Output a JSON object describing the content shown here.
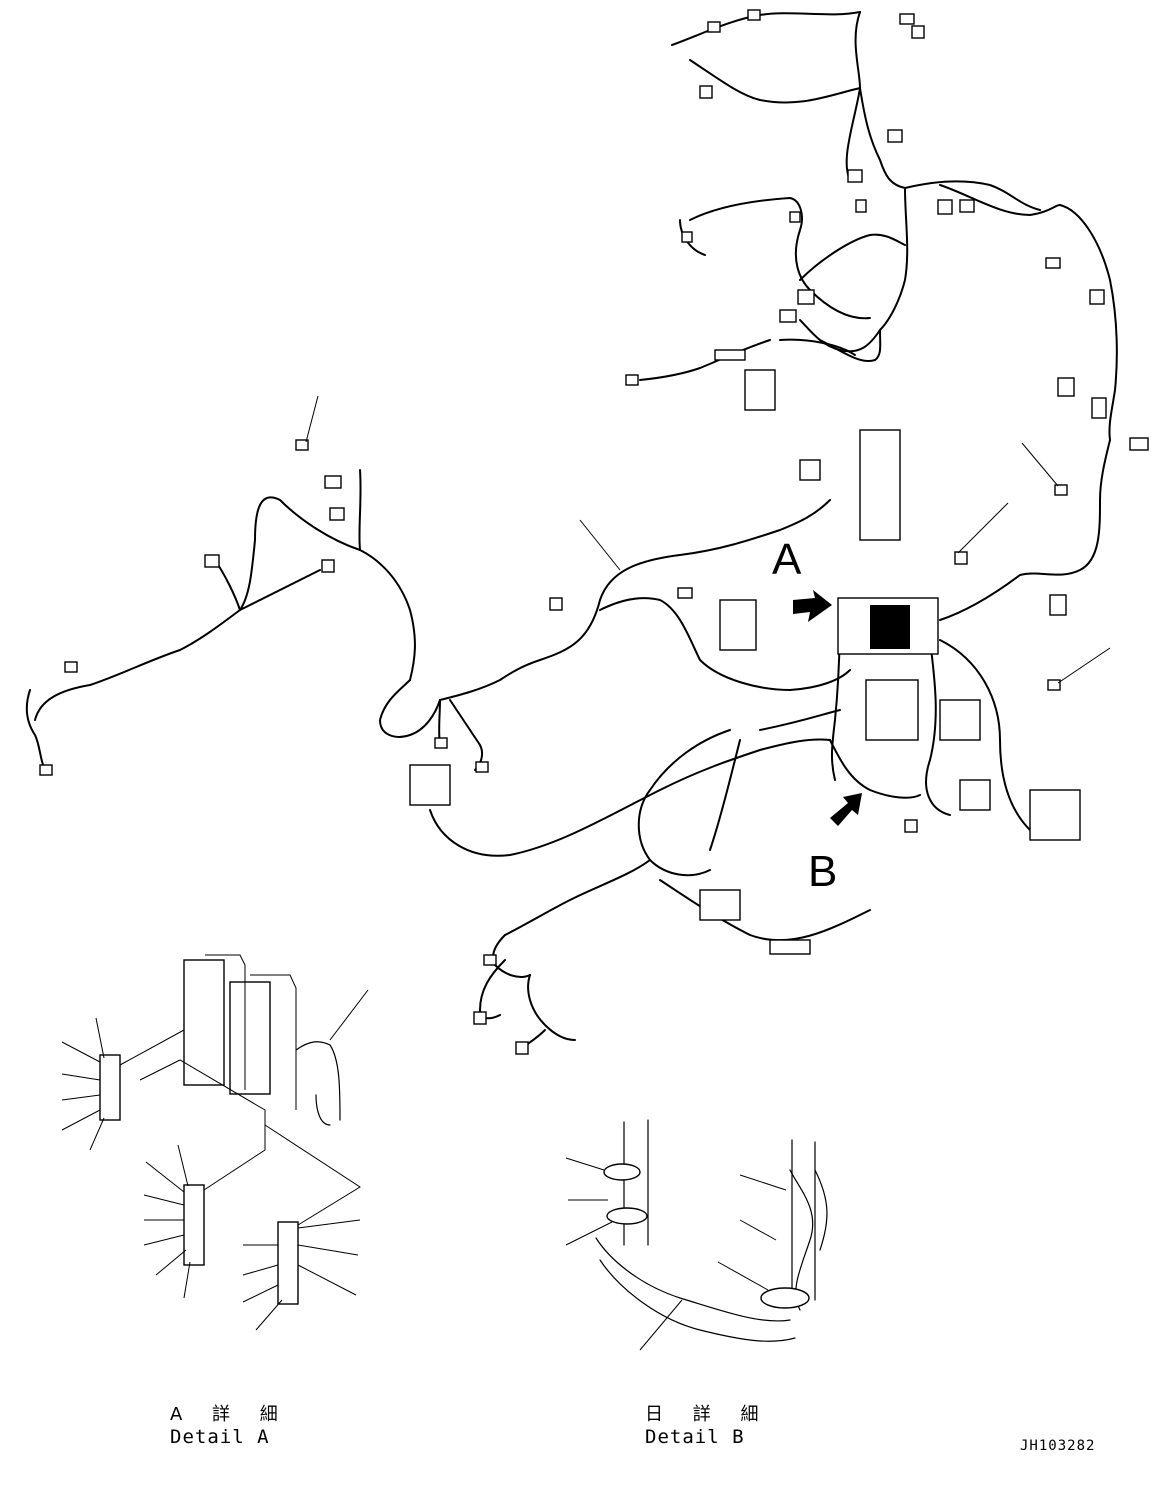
{
  "drawing": {
    "callout_a": "A",
    "callout_b": "B",
    "detail_a": {
      "label_jp": "A 詳 細",
      "label_en": "Detail A"
    },
    "detail_b": {
      "label_jp": "日 詳 細",
      "label_en": "Detail B"
    },
    "drawing_code": "JH103282"
  }
}
